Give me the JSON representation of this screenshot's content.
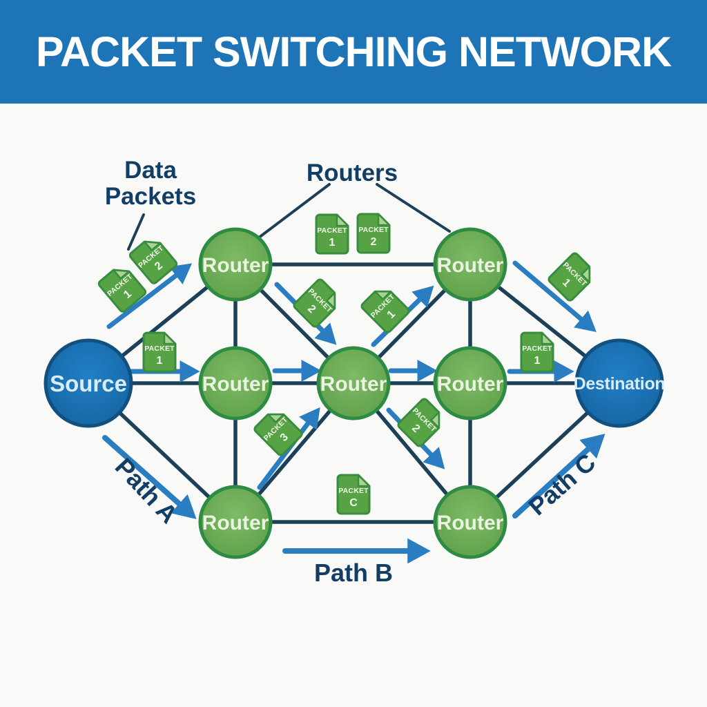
{
  "header": {
    "title": "PACKET SWITCHING NETWORK"
  },
  "annotations": {
    "data_packets_line1": "Data",
    "data_packets_line2": "Packets",
    "routers": "Routers",
    "path_a": "Path A",
    "path_b": "Path B",
    "path_c": "Path C"
  },
  "nodes": {
    "source": "Source",
    "destination": "Destination",
    "router": "Router"
  },
  "packets": [
    {
      "label": "PACKET",
      "id": "1"
    },
    {
      "label": "PACKET",
      "id": "2"
    },
    {
      "label": "PACKET",
      "id": "1"
    },
    {
      "label": "PACKET",
      "id": "1"
    },
    {
      "label": "PACKET",
      "id": "2"
    },
    {
      "label": "PACKET",
      "id": "2"
    },
    {
      "label": "PACKET",
      "id": "1"
    },
    {
      "label": "PACKET",
      "id": "3"
    },
    {
      "label": "PACKET",
      "id": "2"
    },
    {
      "label": "PACKET",
      "id": "C"
    },
    {
      "label": "PACKET",
      "id": "1"
    },
    {
      "label": "PACKET",
      "id": "1"
    }
  ],
  "colors": {
    "header_bg": "#1d74b6",
    "endpoint_blue": "#1b76ba",
    "endpoint_border": "#11507f",
    "router_green": "#6cab52",
    "router_border": "#2e8b44",
    "packet_green": "#58a246",
    "packet_border": "#378c3e",
    "packet_fold": "#a8d394",
    "line_dark_navy": "#1d4059",
    "arrow_blue": "#2b7dc1",
    "label_navy": "#123e66",
    "background": "#f9faf8"
  }
}
